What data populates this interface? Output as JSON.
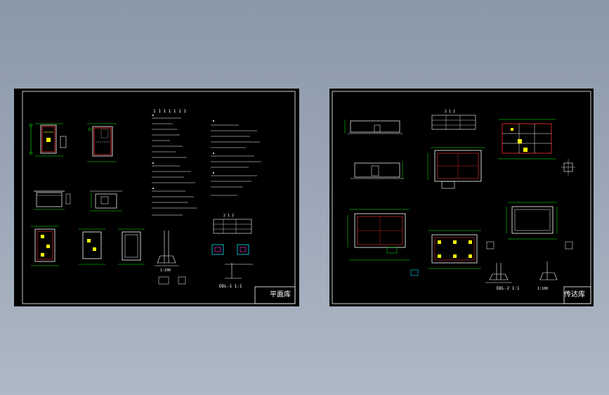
{
  "sheets": [
    {
      "id": "left",
      "title_block_label": "平面库",
      "captions": [
        "1:100",
        "DDL-1 1:1"
      ],
      "table_title": "2 1 2",
      "notes_header": "1 1 1 1 1 1 1"
    },
    {
      "id": "right",
      "title_block_label": "传达库",
      "captions": [
        "1:100",
        "DDL-2 1:1"
      ],
      "table_title": "2 1 2"
    }
  ],
  "colors": {
    "background": "#97a3b3",
    "sheet": "#000000",
    "cad_white": "#ffffff",
    "cad_green": "#00ff00",
    "cad_red": "#ff3030",
    "cad_yellow": "#ffff00",
    "cad_cyan": "#00e5ff",
    "cad_magenta": "#ff40ff"
  }
}
